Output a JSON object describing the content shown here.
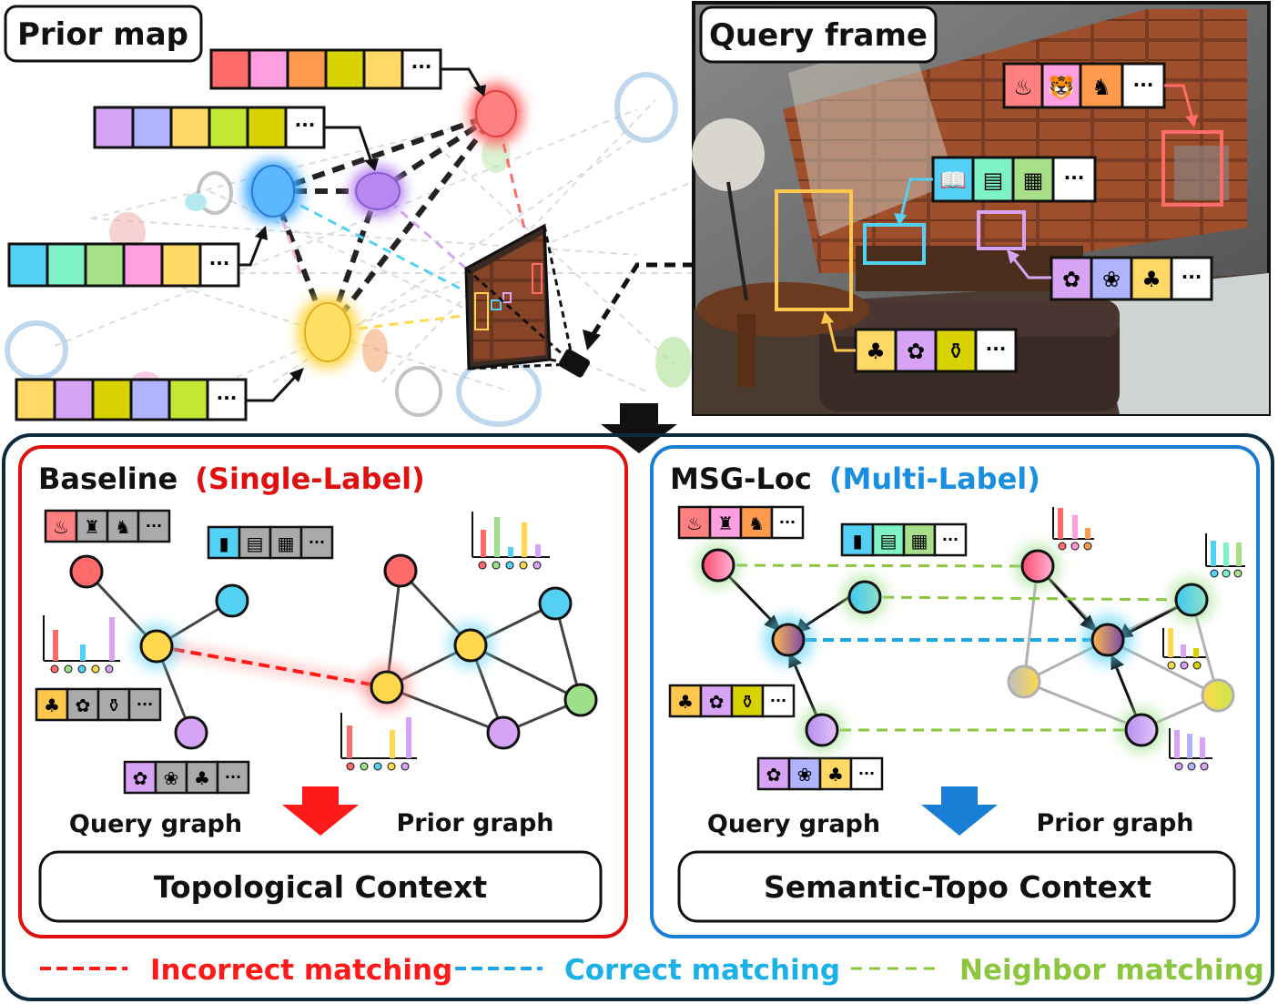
{
  "top": {
    "prior_map_title": "Prior map",
    "query_frame_title": "Query frame",
    "more_glyph": "···"
  },
  "baseline": {
    "name": "Baseline",
    "tag": "(Single-Label)",
    "query_graph_label": "Query graph",
    "prior_graph_label": "Prior graph",
    "context": "Topological Context"
  },
  "msgloc": {
    "name": "MSG-Loc",
    "tag": "(Multi-Label)",
    "query_graph_label": "Query graph",
    "prior_graph_label": "Prior graph",
    "context": "Semantic-Topo Context"
  },
  "legend": {
    "incorrect": "Incorrect matching",
    "correct": "Correct matching",
    "neighbor": "Neighbor matching"
  },
  "colors": {
    "red": "#ff6b6b",
    "blue": "#55d0f5",
    "yellow": "#ffd84d",
    "purple": "#d7a3f5",
    "green": "#9ee08a",
    "incorrect": "#ff1a1a",
    "correct": "#1aa7e6",
    "neighbor": "#8cc63f",
    "frame": "#0d2b3e"
  },
  "icons": [
    "fountain-icon",
    "tiger-icon",
    "knight-icon",
    "book-icon",
    "photo-book-icon",
    "map-icon",
    "potted-plant-icon",
    "flower-bouquet-icon",
    "vase-icon",
    "flower-icon"
  ]
}
